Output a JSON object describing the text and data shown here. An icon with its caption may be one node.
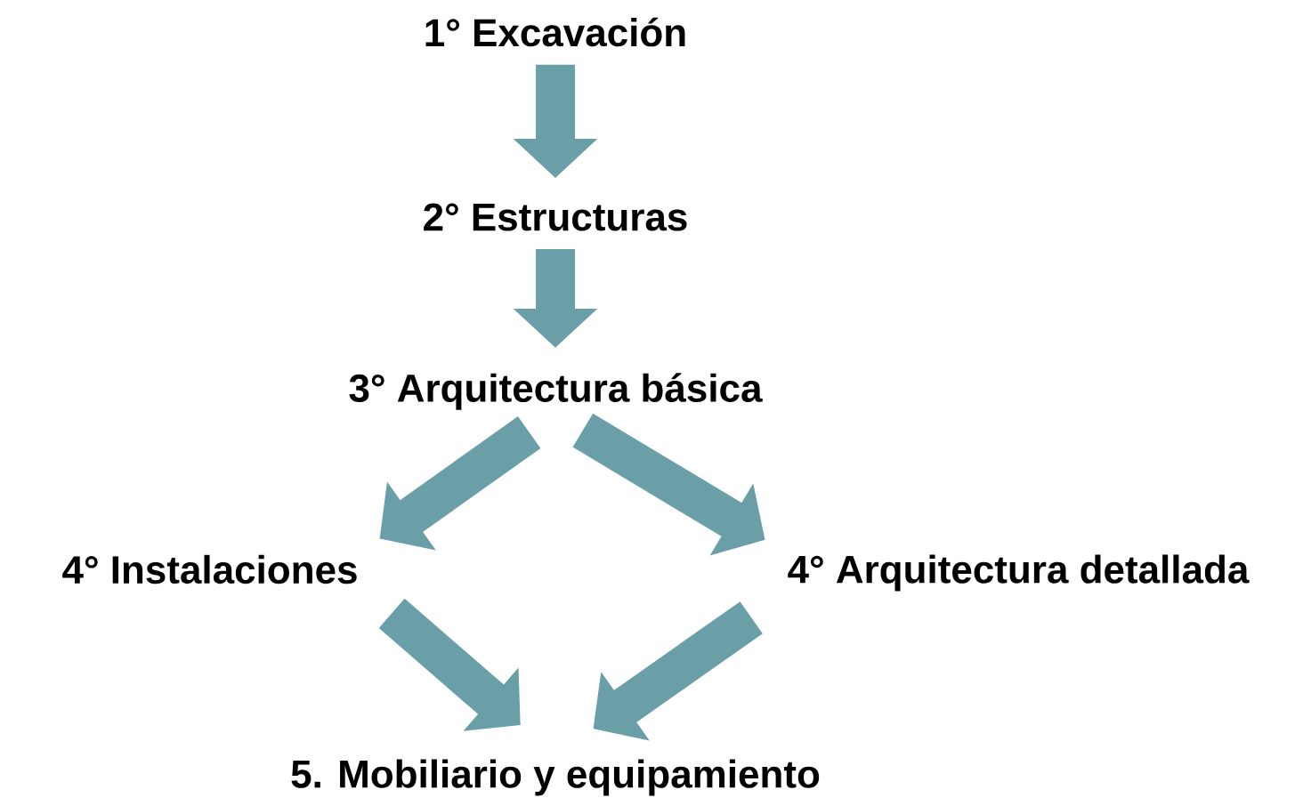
{
  "diagram": {
    "nodes": [
      {
        "text": [
          "1° Excavación"
        ]
      },
      {
        "text": [
          "2° Estructuras"
        ]
      },
      {
        "text": [
          "3° Arquitectura básica"
        ]
      },
      {
        "text": [
          "4° Instalaciones"
        ]
      },
      {
        "text": [
          "4° Arquitectura detallada"
        ]
      },
      {
        "text": [
          "5. Mobiliario y equipamiento"
        ]
      }
    ],
    "edges": [
      {
        "from": 0,
        "to": 1,
        "arrow": "to"
      },
      {
        "from": 1,
        "to": 2,
        "arrow": "to"
      },
      {
        "from": 2,
        "to": 3,
        "arrow": "to"
      },
      {
        "from": 2,
        "to": 4,
        "arrow": "to"
      },
      {
        "from": 3,
        "to": 5,
        "arrow": "to"
      },
      {
        "from": 4,
        "to": 5,
        "arrow": "to"
      }
    ]
  }
}
